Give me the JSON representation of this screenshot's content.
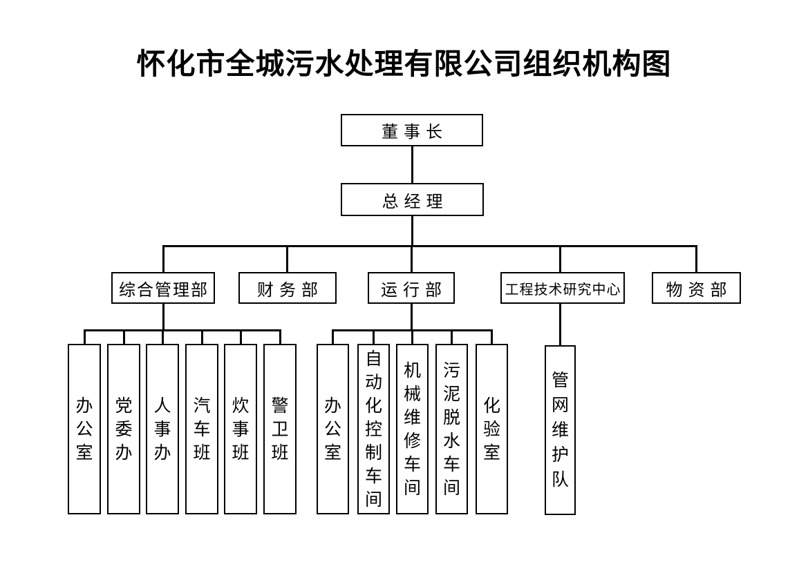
{
  "title": "怀化市全城污水处理有限公司组织机构图",
  "org": {
    "chairman": "董事长",
    "general_manager": "总经理",
    "departments": [
      "综合管理部",
      "财务部",
      "运行部",
      "工程技术研究中心",
      "物资部"
    ],
    "admin_units": [
      "办公室",
      "党委办",
      "人事办",
      "汽车班",
      "炊事班",
      "警卫班"
    ],
    "operations_units": [
      "办公室",
      "自动化控制车间",
      "机械维修车间",
      "污泥脱水车间",
      "化验室"
    ],
    "engineering_units": [
      "管网维护队"
    ]
  },
  "colors": {
    "background": "#ffffff",
    "line": "#000000",
    "box_border": "#000000",
    "text": "#000000"
  }
}
